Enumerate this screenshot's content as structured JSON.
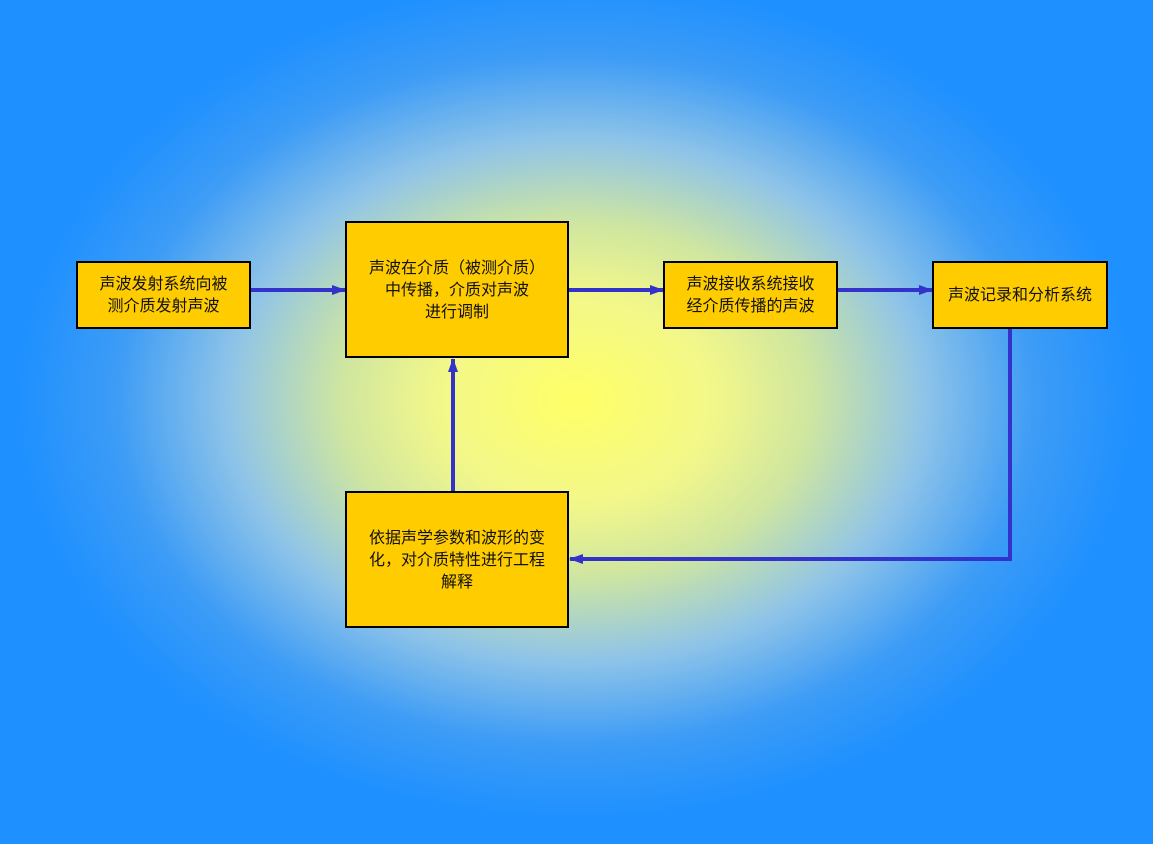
{
  "colors": {
    "box_fill": "#ffcc00",
    "arrow": "#3333cc",
    "bg_center": "#ffff66",
    "bg_edge": "#1e90ff"
  },
  "nodes": {
    "emit": "声波发射系统向被\n测介质发射声波",
    "propagate": "声波在介质（被测介质）\n中传播，介质对声波\n进行调制",
    "receive": "声波接收系统接收\n经介质传播的声波",
    "record": "声波记录和分析系统",
    "interpret": "依据声学参数和波形的变\n化，对介质特性进行工程\n解释"
  }
}
